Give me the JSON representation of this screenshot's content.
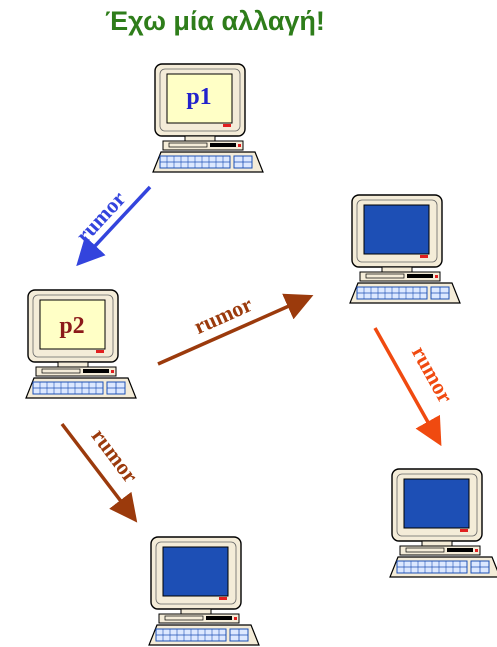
{
  "title": "Έχω μία αλλαγή!",
  "computers": {
    "p1": {
      "label": "p1",
      "label_color": "#2222cc"
    },
    "p2": {
      "label": "p2",
      "label_color": "#8b1a1a"
    }
  },
  "arrows": [
    {
      "from": "p1",
      "to": "p2",
      "label": "rumor",
      "color": "#3344dd"
    },
    {
      "from": "p2",
      "to": "c3",
      "label": "rumor",
      "color": "#9b3a0c"
    },
    {
      "from": "p2",
      "to": "c5",
      "label": "rumor",
      "color": "#9b3a0c"
    },
    {
      "from": "c3",
      "to": "c4",
      "label": "rumor",
      "color": "#f04a10"
    }
  ],
  "colors": {
    "title": "#2e7d1a",
    "screen_blue": "#1d4fb5",
    "screen_light": "#ffffc6",
    "monitor": "#f4ecd8"
  }
}
